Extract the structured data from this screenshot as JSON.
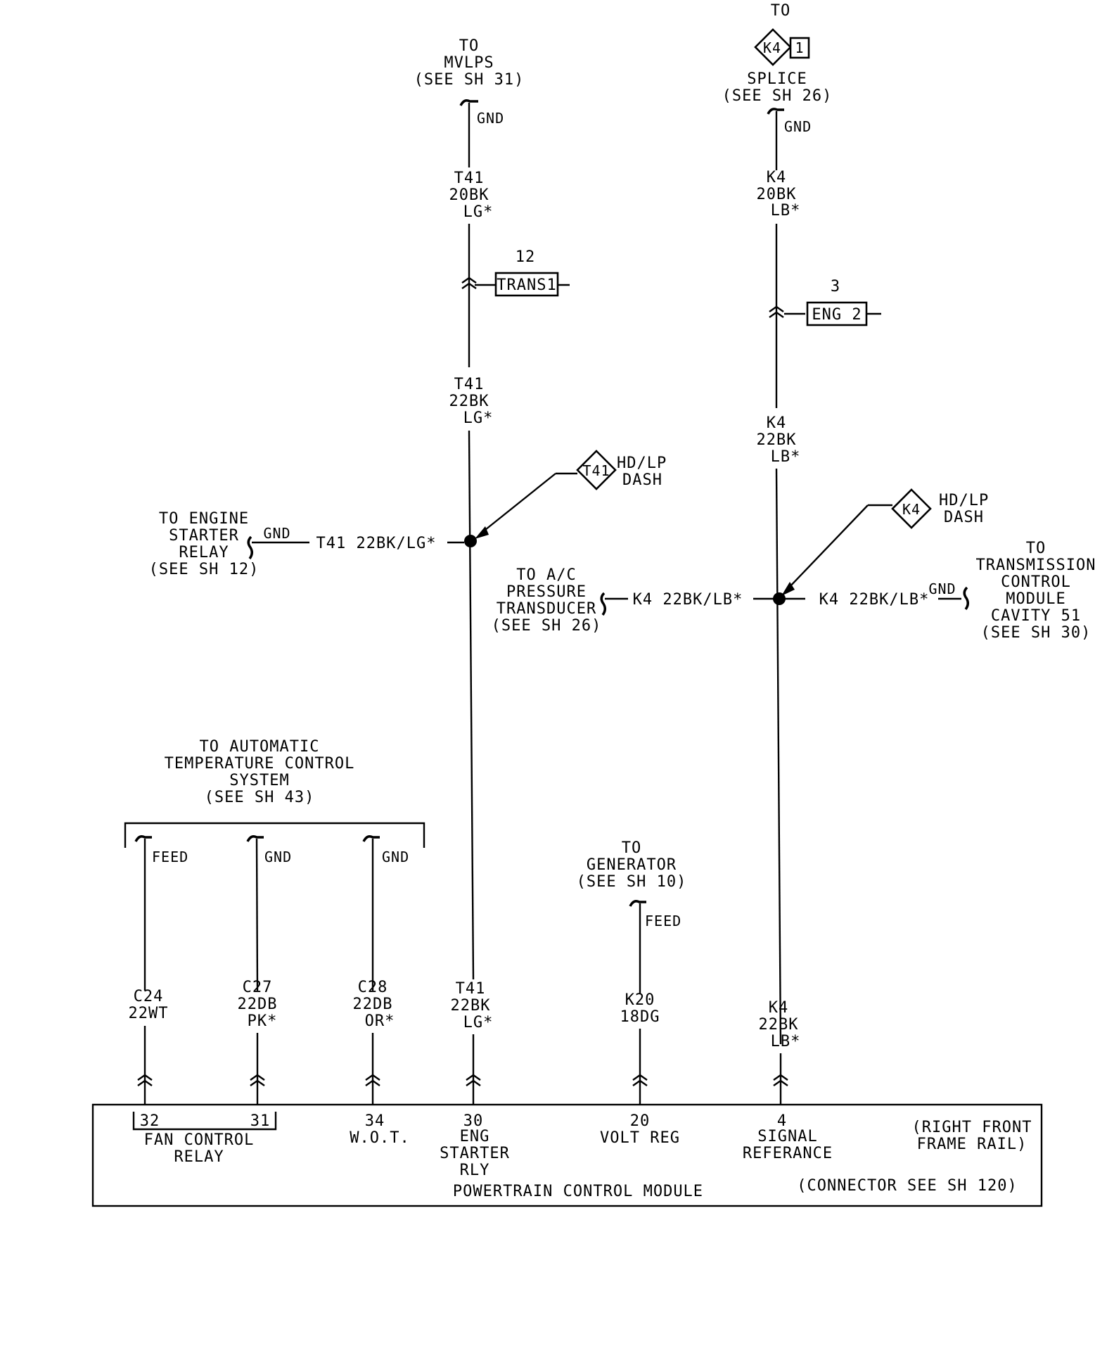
{
  "top_left": {
    "to": "TO",
    "dest": "MVLPS",
    "see": "(SEE SH 31)",
    "term": "GND",
    "w1": [
      "T41",
      "20BK",
      "LG*"
    ],
    "conn_num": "12",
    "conn": "TRANS1",
    "w2": [
      "T41",
      "22BK",
      "LG*"
    ]
  },
  "top_right": {
    "to": "TO",
    "diamond": "K4",
    "diamond_pin": "1",
    "splice": "SPLICE",
    "see": "(SEE SH 26)",
    "term": "GND",
    "w1": [
      "K4",
      "20BK",
      "LB*"
    ],
    "conn_num": "3",
    "conn": "ENG 2",
    "w2": [
      "K4",
      "22BK",
      "LB*"
    ]
  },
  "splice_t41": {
    "diamond": "T41",
    "label": [
      "HD/LP",
      "DASH"
    ]
  },
  "splice_k4": {
    "diamond": "K4",
    "label": [
      "HD/LP",
      "DASH"
    ]
  },
  "starter_relay": {
    "dest": [
      "TO ENGINE",
      "STARTER",
      "RELAY",
      "(SEE SH 12)"
    ],
    "term": "GND",
    "wire": "T41 22BK/LG*"
  },
  "ac_transducer": {
    "dest": [
      "TO A/C",
      "PRESSURE",
      "TRANSDUCER",
      "(SEE SH 26)"
    ],
    "wire": "K4 22BK/LB*"
  },
  "tcm": {
    "dest": [
      "TO",
      "TRANSMISSION",
      "CONTROL",
      "MODULE",
      "CAVITY 51",
      "(SEE SH 30)"
    ],
    "term": "GND",
    "wire": "K4 22BK/LB*"
  },
  "atc": {
    "dest": [
      "TO AUTOMATIC",
      "TEMPERATURE CONTROL",
      "SYSTEM",
      "(SEE SH 43)"
    ],
    "terms": [
      "FEED",
      "GND",
      "GND"
    ]
  },
  "generator": {
    "dest": [
      "TO",
      "GENERATOR",
      "(SEE SH 10)"
    ],
    "term": "FEED"
  },
  "bottom_wires": [
    [
      "C24",
      "22WT",
      ""
    ],
    [
      "C27",
      "22DB",
      "PK*"
    ],
    [
      "C28",
      "22DB",
      "OR*"
    ],
    [
      "T41",
      "22BK",
      "LG*"
    ],
    [
      "K20",
      "18DG",
      ""
    ],
    [
      "K4",
      "22BK",
      "LB*"
    ]
  ],
  "pcm": {
    "pins": [
      "32",
      "31",
      "34",
      "30",
      "20",
      "4"
    ],
    "fan_control": [
      "FAN CONTROL",
      "RELAY"
    ],
    "wot": "W.O.T.",
    "eng_starter": [
      "ENG",
      "STARTER",
      "RLY"
    ],
    "volt_reg": "VOLT REG",
    "signal_ref": [
      "SIGNAL",
      "REFERANCE"
    ],
    "location": [
      "(RIGHT FRONT",
      "FRAME RAIL)"
    ],
    "name": "POWERTRAIN CONTROL MODULE",
    "connector": "(CONNECTOR SEE SH 120)"
  }
}
